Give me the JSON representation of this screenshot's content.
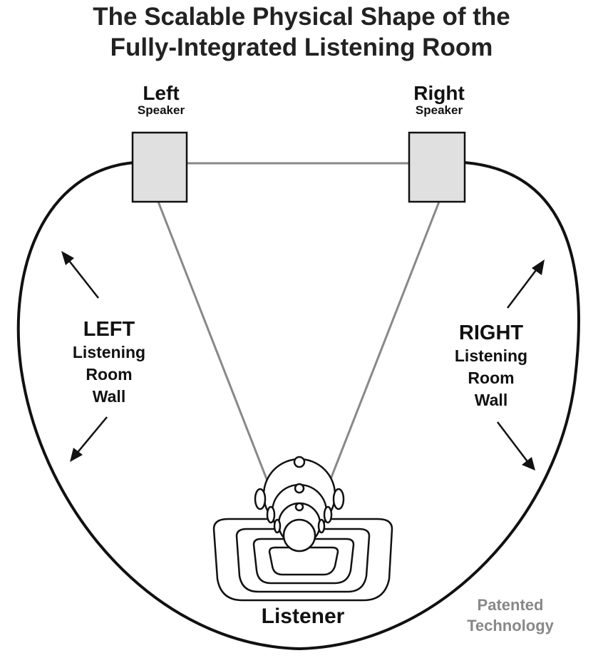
{
  "title": {
    "line1": "The Scalable Physical Shape of the",
    "line2": "Fully-Integrated Listening Room"
  },
  "speakers": {
    "left": {
      "name": "Left",
      "type": "Speaker"
    },
    "right": {
      "name": "Right",
      "type": "Speaker"
    }
  },
  "walls": {
    "left": {
      "side": "LEFT",
      "line1": "Listening",
      "line2": "Room",
      "line3": "Wall"
    },
    "right": {
      "side": "RIGHT",
      "line1": "Listening",
      "line2": "Room",
      "line3": "Wall"
    }
  },
  "listener_label": "Listener",
  "patent": {
    "line1": "Patented",
    "line2": "Technology"
  },
  "colors": {
    "wall": "#111111",
    "triangle": "#888888",
    "speaker_fill": "#e0e0e0",
    "patent_text": "#888888"
  }
}
